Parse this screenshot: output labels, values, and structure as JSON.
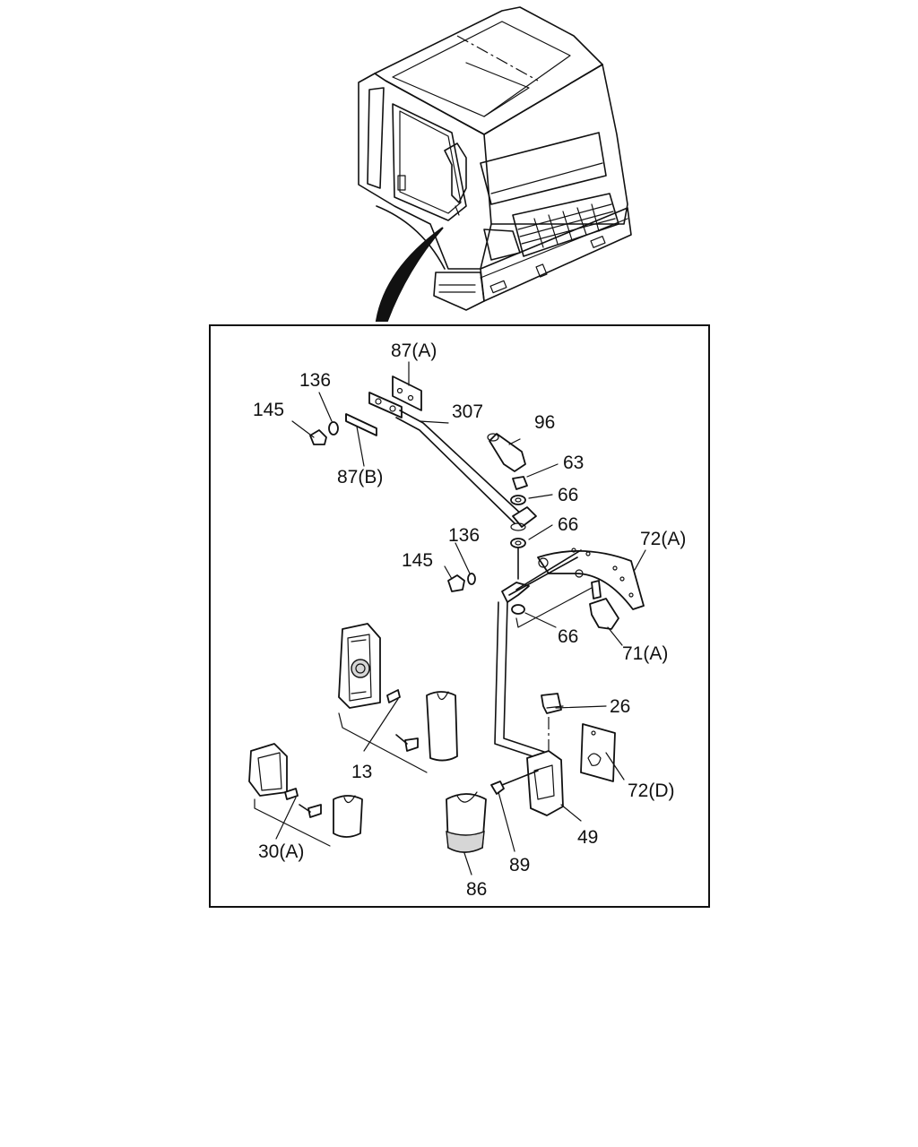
{
  "callouts": {
    "c87a": "87(A)",
    "c136_top": "136",
    "c145_top": "145",
    "c307": "307",
    "c96": "96",
    "c87b": "87(B)",
    "c63": "63",
    "c66_a": "66",
    "c66_b": "66",
    "c136_mid": "136",
    "c72a": "72(A)",
    "c145_mid": "145",
    "c66_c": "66",
    "c71a": "71(A)",
    "c26": "26",
    "c13": "13",
    "c72d": "72(D)",
    "c30a": "30(A)",
    "c49": "49",
    "c89": "89",
    "c86": "86"
  },
  "colors": {
    "line": "#111111",
    "background": "#ffffff",
    "shade": "#d6d6d6"
  }
}
